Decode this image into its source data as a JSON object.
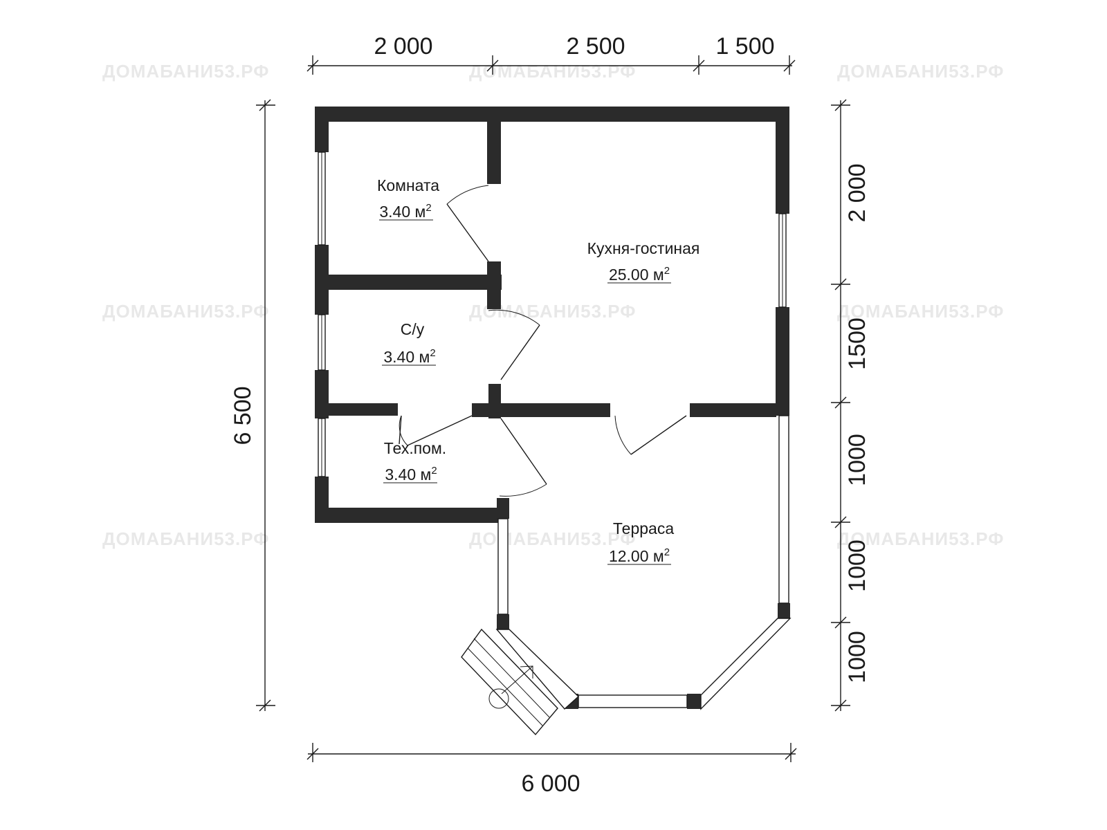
{
  "watermark": "ДОМАБАНИ53.РФ",
  "dimensions": {
    "top": [
      "2 000",
      "2 500",
      "1 500"
    ],
    "bottom": "6 000",
    "left": "6 500",
    "right": [
      "2 000",
      "1500",
      "1000",
      "1000",
      "1000"
    ]
  },
  "rooms": [
    {
      "name": "Комната",
      "area": "3.40 м",
      "unit_sup": "2"
    },
    {
      "name": "Кухня-гостиная",
      "area": "25.00 м",
      "unit_sup": "2"
    },
    {
      "name": "С/у",
      "area": "3.40 м",
      "unit_sup": "2"
    },
    {
      "name": "Тех.пом.",
      "area": "3.40 м",
      "unit_sup": "2"
    },
    {
      "name": "Терраса",
      "area": "12.00 м",
      "unit_sup": "2"
    }
  ]
}
